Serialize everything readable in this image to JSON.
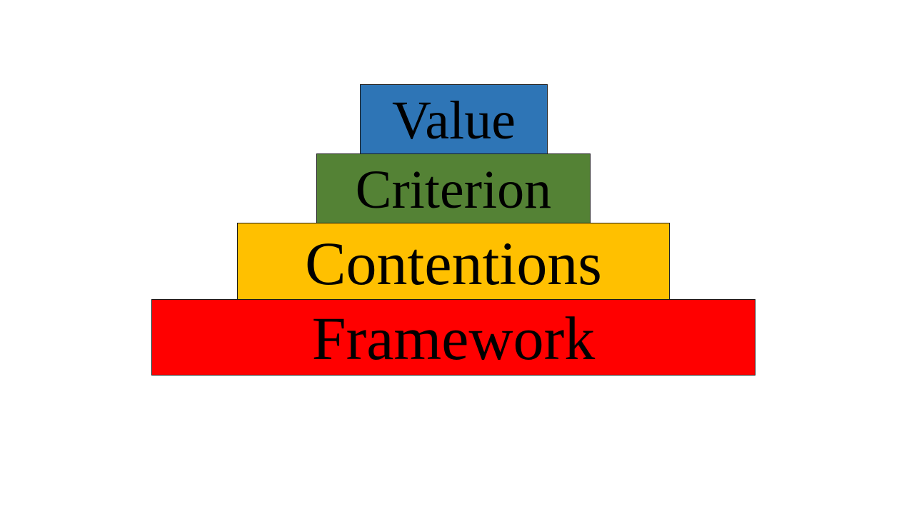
{
  "pyramid": {
    "tiers": [
      {
        "label": "Value",
        "color": "#2E75B6"
      },
      {
        "label": "Criterion",
        "color": "#548235"
      },
      {
        "label": "Contentions",
        "color": "#FFC000"
      },
      {
        "label": "Framework",
        "color": "#FF0000"
      }
    ]
  }
}
